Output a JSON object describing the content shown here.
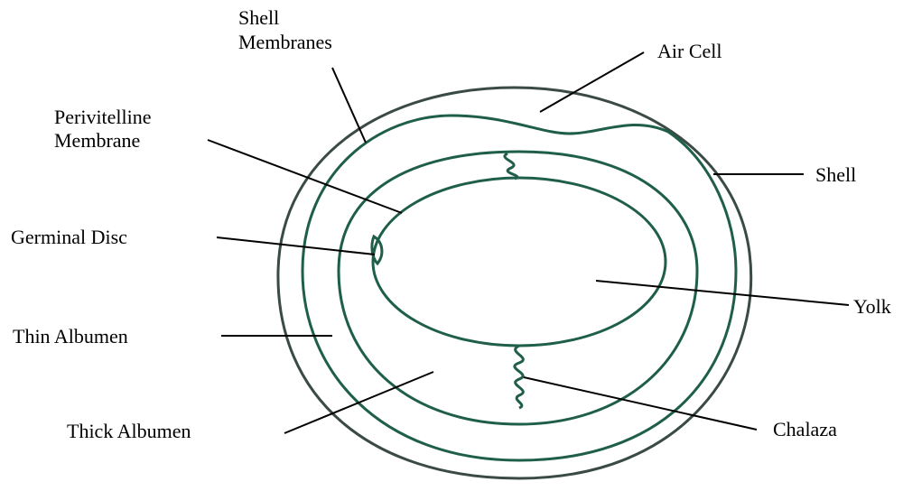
{
  "colors": {
    "outline": "#1e5e4a",
    "shell": "#3a4a45",
    "label": "#000000",
    "background": "#ffffff"
  },
  "labels": {
    "shell_membranes_line1": "Shell",
    "shell_membranes_line2": "Membranes",
    "air_cell": "Air Cell",
    "perivitelline_line1": "Perivitelline",
    "perivitelline_line2": "Membrane",
    "shell": "Shell",
    "germinal_disc": "Germinal Disc",
    "yolk": "Yolk",
    "thin_albumen": "Thin Albumen",
    "thick_albumen": "Thick Albumen",
    "chalaza": "Chalaza"
  }
}
